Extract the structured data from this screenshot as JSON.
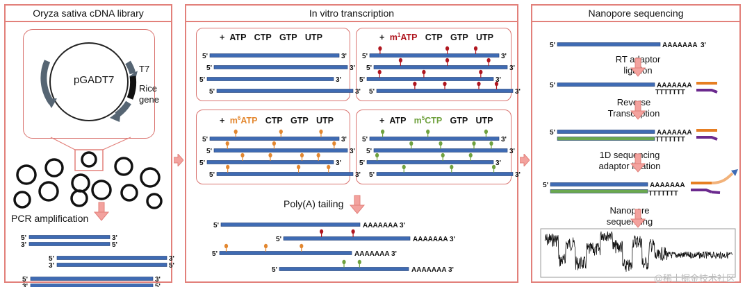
{
  "panels": {
    "library": {
      "title": "Oryza sativa cDNA library"
    },
    "ivt": {
      "title": "In vitro transcription"
    },
    "nanopore": {
      "title": "Nanopore sequencing"
    }
  },
  "plasmid": {
    "name": "pGADT7",
    "promoter": "T7",
    "insert": "Rice gene"
  },
  "pcr": {
    "label": "PCR amplification"
  },
  "strand_labels": {
    "five": "5'",
    "three": "3'"
  },
  "reactions": [
    {
      "id": "plain",
      "plus": "+",
      "nt": [
        "ATP",
        "CTP",
        "GTP",
        "UTP"
      ],
      "modified_index": -1,
      "modification": "",
      "mark_color": ""
    },
    {
      "id": "m1A",
      "plus": "+",
      "nt": [
        "m1ATP",
        "CTP",
        "GTP",
        "UTP"
      ],
      "modified_index": 0,
      "modification": "m1A",
      "mark_color": "#b0161f"
    },
    {
      "id": "m6A",
      "plus": "+",
      "nt": [
        "m6ATP",
        "CTP",
        "GTP",
        "UTP"
      ],
      "modified_index": 0,
      "modification": "m6A",
      "mark_color": "#e3872f"
    },
    {
      "id": "m5C",
      "plus": "+",
      "nt": [
        "ATP",
        "m5CTP",
        "GTP",
        "UTP"
      ],
      "modified_index": 1,
      "modification": "m5C",
      "mark_color": "#6fa13e"
    }
  ],
  "polya": {
    "label": "Poly(A) tailing",
    "tail": "AAAAAAA"
  },
  "steps": {
    "rt_adaptor": "RT adaptor ligation",
    "reverse_transcription": "Reverse Transcription",
    "seq_adaptor": "1D sequencing adaptor ligation",
    "sequencing": "Nanopore sequencing"
  },
  "poly_t": "TTTTTTT",
  "colors": {
    "rna_strand": "#3f6bb3",
    "cdna_strand": "#6aa84f",
    "adaptor_orange": "#e67e22",
    "adaptor_purple": "#6b2a8e",
    "motor_blue": "#3f6bb3",
    "arrow_pink": "#f3a29e",
    "panel_border": "#e2807a"
  },
  "icons": {
    "flow_arrow": "pink-block-arrow",
    "plasmid": "circular-plasmid",
    "mod_marker": "lollipop-marker"
  },
  "watermark": "@稀土掘金技术社区"
}
